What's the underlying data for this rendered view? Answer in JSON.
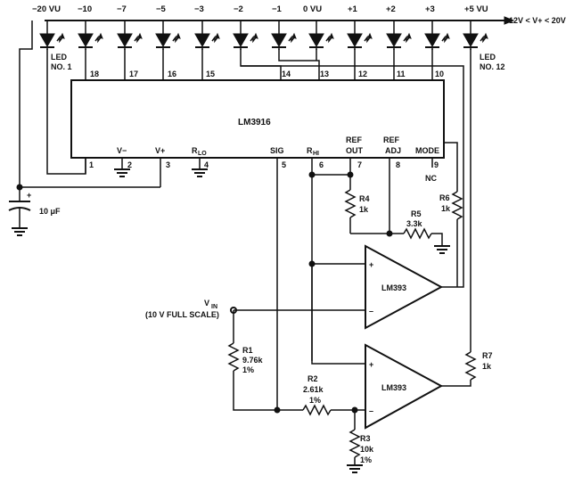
{
  "supply_label": "12V < V+ < 20V",
  "vu_labels": [
    "−20 VU",
    "−10",
    "−7",
    "−5",
    "−3",
    "−2",
    "−1",
    "0 VU",
    "+1",
    "+2",
    "+3",
    "+5 VU"
  ],
  "led_first_label": [
    "LED",
    "NO. 1"
  ],
  "led_last_label": [
    "LED",
    "NO. 12"
  ],
  "chip": {
    "name": "LM3916",
    "top_pins": [
      "18",
      "17",
      "16",
      "15",
      "14",
      "13",
      "12",
      "11",
      "10"
    ],
    "bottom_pins": [
      "1",
      "2",
      "3",
      "4",
      "5",
      "6",
      "7",
      "8",
      "9"
    ],
    "labels": {
      "v_minus": "V−",
      "v_plus": "V+",
      "rlo": "R",
      "rlo_sub": "LO",
      "sig": "SIG",
      "rhi": "R",
      "rhi_sub": "HI",
      "ref_out": [
        "REF",
        "OUT"
      ],
      "ref_adj": [
        "REF",
        "ADJ"
      ],
      "mode": "MODE",
      "nc": "NC"
    }
  },
  "capacitor": {
    "plus": "+",
    "value": "10 μF"
  },
  "resistors": {
    "r1": [
      "R1",
      "9.76k",
      "1%"
    ],
    "r2": [
      "R2",
      "2.61k",
      "1%"
    ],
    "r3": [
      "R3",
      "10k",
      "1%"
    ],
    "r4": [
      "R4",
      "1k"
    ],
    "r5": [
      "R5",
      "3.3k"
    ],
    "r6": [
      "R6",
      "1k"
    ],
    "r7": [
      "R7",
      "1k"
    ]
  },
  "comparators": [
    "LM393",
    "LM393"
  ],
  "vin_label": "V",
  "vin_sub": "IN",
  "vin_note": "(10 V FULL SCALE)",
  "plus_sign": "+",
  "minus_sign": "–"
}
